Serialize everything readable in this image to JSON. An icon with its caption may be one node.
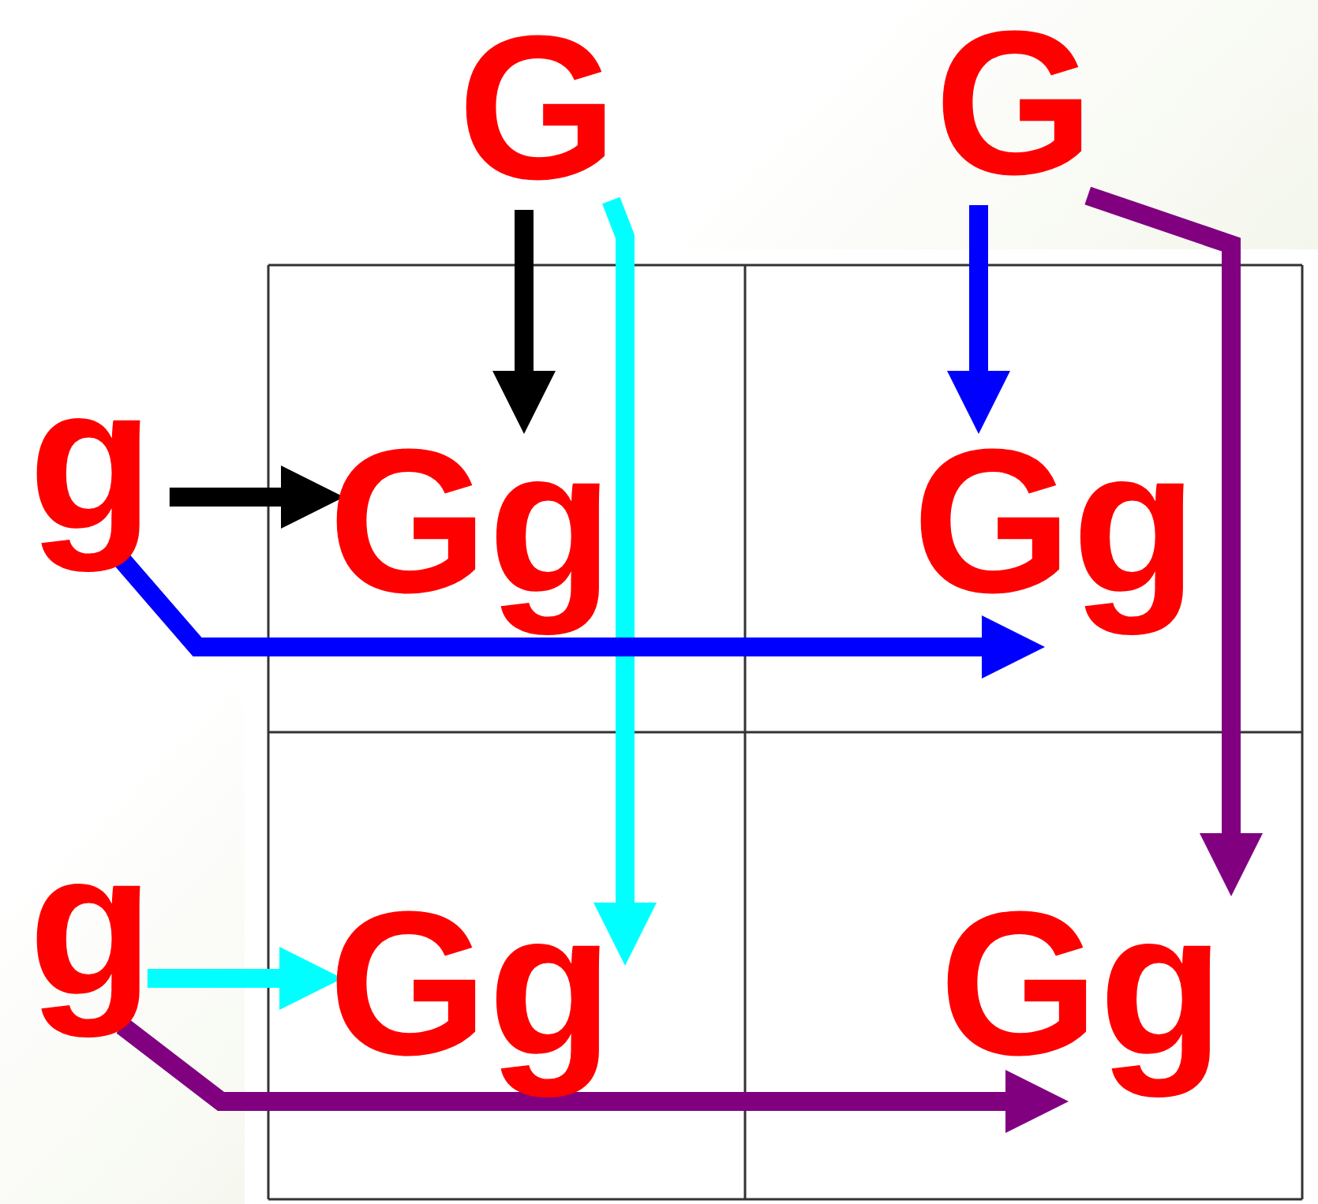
{
  "diagram": {
    "nodes": [
      {
        "text": [
          "G"
        ]
      },
      {
        "text": [
          "G"
        ]
      },
      {
        "text": [
          "g"
        ]
      },
      {
        "text": [
          "g"
        ]
      },
      {
        "text": [
          "Gg"
        ]
      },
      {
        "text": [
          "Gg"
        ]
      },
      {
        "text": [
          "Gg"
        ]
      },
      {
        "text": [
          "Gg"
        ]
      }
    ],
    "edges": [
      {
        "from": 0,
        "to": 4,
        "arrow": "to",
        "color": "#000000"
      },
      {
        "from": 0,
        "to": 6,
        "arrow": "to",
        "color": "#00ffff"
      },
      {
        "from": 1,
        "to": 5,
        "arrow": "to",
        "color": "#0000ff"
      },
      {
        "from": 1,
        "to": 7,
        "arrow": "to",
        "color": "#800080"
      },
      {
        "from": 2,
        "to": 4,
        "arrow": "to",
        "color": "#000000"
      },
      {
        "from": 2,
        "to": 5,
        "arrow": "to",
        "color": "#0000ff"
      },
      {
        "from": 3,
        "to": 6,
        "arrow": "to",
        "color": "#00ffff"
      },
      {
        "from": 3,
        "to": 7,
        "arrow": "to",
        "color": "#800080"
      }
    ]
  }
}
